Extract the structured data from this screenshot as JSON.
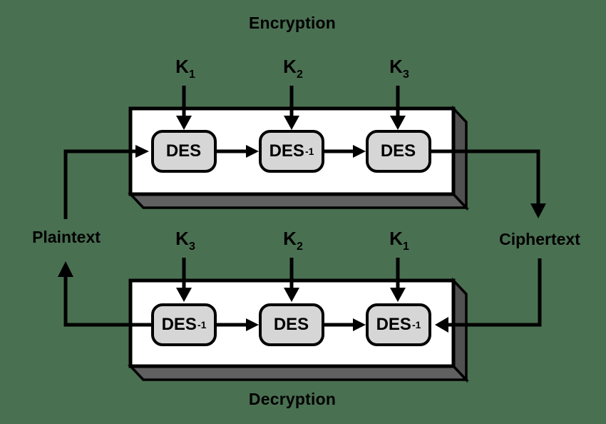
{
  "colors": {
    "background": "#4a7052",
    "line": "#000000",
    "box_face": "#ffffff",
    "module_fill": "#d6d6d6",
    "side_panel_right": "#515151",
    "side_panel_bottom": "#606060"
  },
  "titles": {
    "encryption": "Encryption",
    "decryption": "Decryption"
  },
  "io_labels": {
    "left": "Plaintext",
    "right": "Ciphertext"
  },
  "encryption": {
    "keys": [
      {
        "base": "K",
        "sub": "1"
      },
      {
        "base": "K",
        "sub": "2"
      },
      {
        "base": "K",
        "sub": "3"
      }
    ],
    "modules": [
      {
        "name": "DES",
        "sup": ""
      },
      {
        "name": "DES",
        "sup": "-1"
      },
      {
        "name": "DES",
        "sup": ""
      }
    ]
  },
  "decryption": {
    "keys": [
      {
        "base": "K",
        "sub": "3"
      },
      {
        "base": "K",
        "sub": "2"
      },
      {
        "base": "K",
        "sub": "1"
      }
    ],
    "modules": [
      {
        "name": "DES",
        "sup": "-1"
      },
      {
        "name": "DES",
        "sup": ""
      },
      {
        "name": "DES",
        "sup": "-1"
      }
    ]
  }
}
